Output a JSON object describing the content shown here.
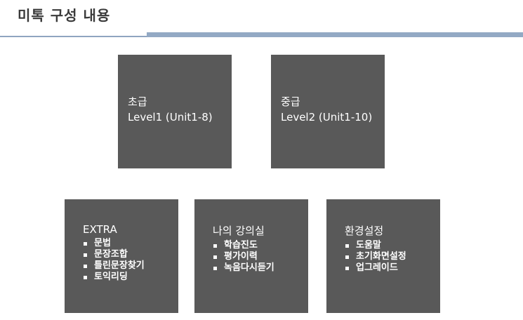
{
  "title": "미톡 구성 내용",
  "levels": [
    {
      "name": "초급",
      "range": "Level1 (Unit1-8)"
    },
    {
      "name": "중급",
      "range": "Level2 (Unit1-10)"
    }
  ],
  "menus": [
    {
      "head": "EXTRA",
      "items": [
        "문법",
        "문장조합",
        "틀린문장찾기",
        "토익리딩"
      ]
    },
    {
      "head": "나의 강의실",
      "items": [
        "학습진도",
        "평가이력",
        "녹음다시듣기"
      ]
    },
    {
      "head": "환경설정",
      "items": [
        "도움말",
        "초기화면설정",
        "업그레이드"
      ]
    }
  ]
}
